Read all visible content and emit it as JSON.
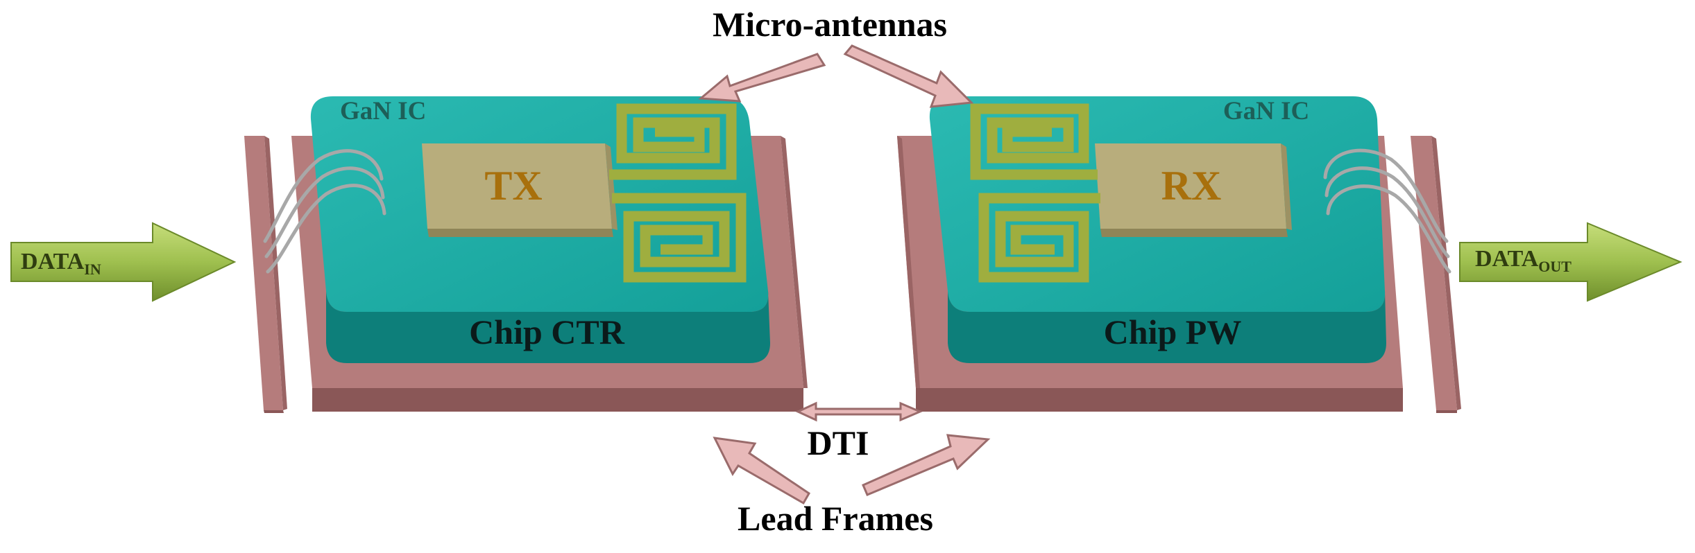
{
  "labels": {
    "micro_antennas": "Micro-antennas",
    "lead_frames": "Lead Frames",
    "dti": "DTI"
  },
  "chips": {
    "left": {
      "die_label": "GaN IC",
      "block_label": "TX",
      "chip_name": "Chip CTR"
    },
    "right": {
      "die_label": "GaN IC",
      "block_label": "RX",
      "chip_name": "Chip PW"
    }
  },
  "io": {
    "input_main": "DATA",
    "input_sub": "IN",
    "output_main": "DATA",
    "output_sub": "OUT"
  },
  "colors": {
    "die_top": "#1aa7a0",
    "die_side": "#0d7f7a",
    "lead_frame": "#b57c7c",
    "lead_frame_dark": "#8a5757",
    "antenna": "#a9b64c",
    "block": "#b8ad7c",
    "arrow_fill": "#e8b9b9",
    "arrow_stroke": "#9a6b6b",
    "data_arrow": "#a8c957"
  }
}
